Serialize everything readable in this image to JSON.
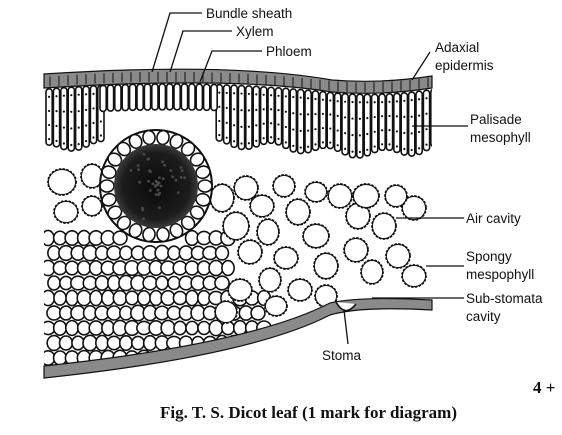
{
  "labels": {
    "bundle_sheath": "Bundle sheath",
    "xylem": "Xylem",
    "phloem": "Phloem",
    "adaxial": "Adaxial",
    "epidermis": "epidermis",
    "palisade": "Palisade",
    "mesophyll": "mesophyll",
    "air_cavity": "Air cavity",
    "spongy": "Spongy",
    "mespophyll": "mespophyll",
    "sub_stomatal": "Sub-stomata",
    "cavity": "cavity",
    "stoma": "Stoma"
  },
  "page_marker": "4 +",
  "caption": "Fig. T. S. Dicot leaf (1 mark for diagram)"
}
